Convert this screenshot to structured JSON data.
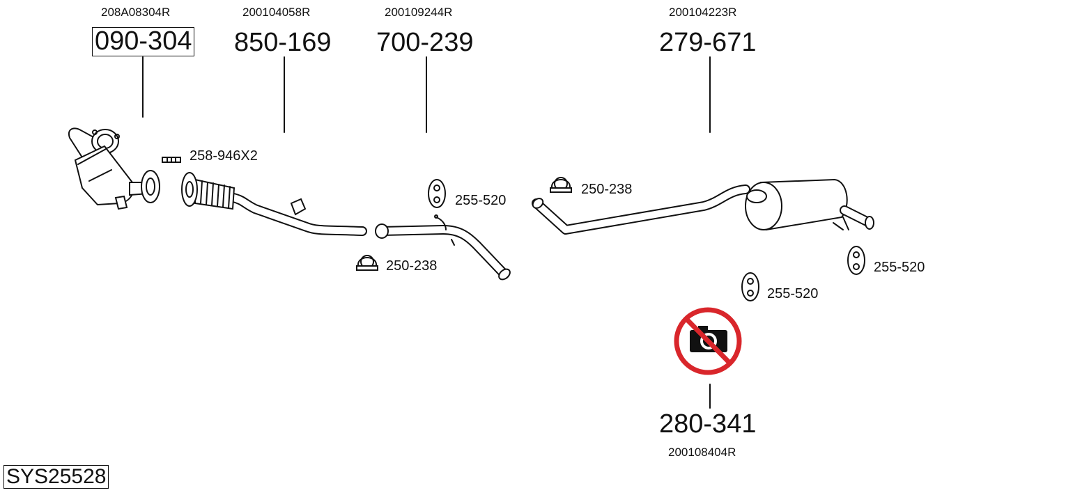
{
  "parts": [
    {
      "part_number": "090-304",
      "ref": "208A08304R",
      "boxed": true
    },
    {
      "part_number": "850-169",
      "ref": "200104058R",
      "boxed": false
    },
    {
      "part_number": "700-239",
      "ref": "200109244R",
      "boxed": false
    },
    {
      "part_number": "279-671",
      "ref": "200104223R",
      "boxed": false
    },
    {
      "part_number": "280-341",
      "ref": "200108404R",
      "boxed": false
    }
  ],
  "accessories": {
    "bolt": "258-946X2",
    "clamp_front": "250-238",
    "clamp_rear": "250-238",
    "hanger_mid": "255-520",
    "hanger_rear_left": "255-520",
    "hanger_rear_right": "255-520"
  },
  "system_code": "SYS25528",
  "colors": {
    "no_photo_ring": "#d9262b",
    "line": "#111111"
  },
  "icons": {
    "no_photo": "no-photo-icon"
  }
}
